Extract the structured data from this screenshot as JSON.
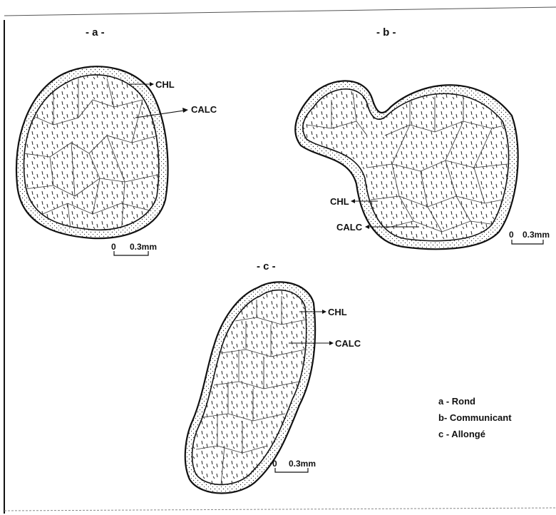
{
  "figure": {
    "panels": [
      {
        "id": "a",
        "title": "- a -",
        "labels": [
          "CHL",
          "CALC"
        ],
        "scale": {
          "zero": "0",
          "value": "0.3mm"
        }
      },
      {
        "id": "b",
        "title": "- b -",
        "labels": [
          "CHL",
          "CALC"
        ],
        "scale": {
          "zero": "0",
          "value": "0.3mm"
        }
      },
      {
        "id": "c",
        "title": "- c -",
        "labels": [
          "CHL",
          "CALC"
        ],
        "scale": {
          "zero": "0",
          "value": "0.3mm"
        }
      }
    ],
    "legend": {
      "items": [
        "a - Rond",
        "b- Communicant",
        "c - Allongé"
      ]
    }
  }
}
